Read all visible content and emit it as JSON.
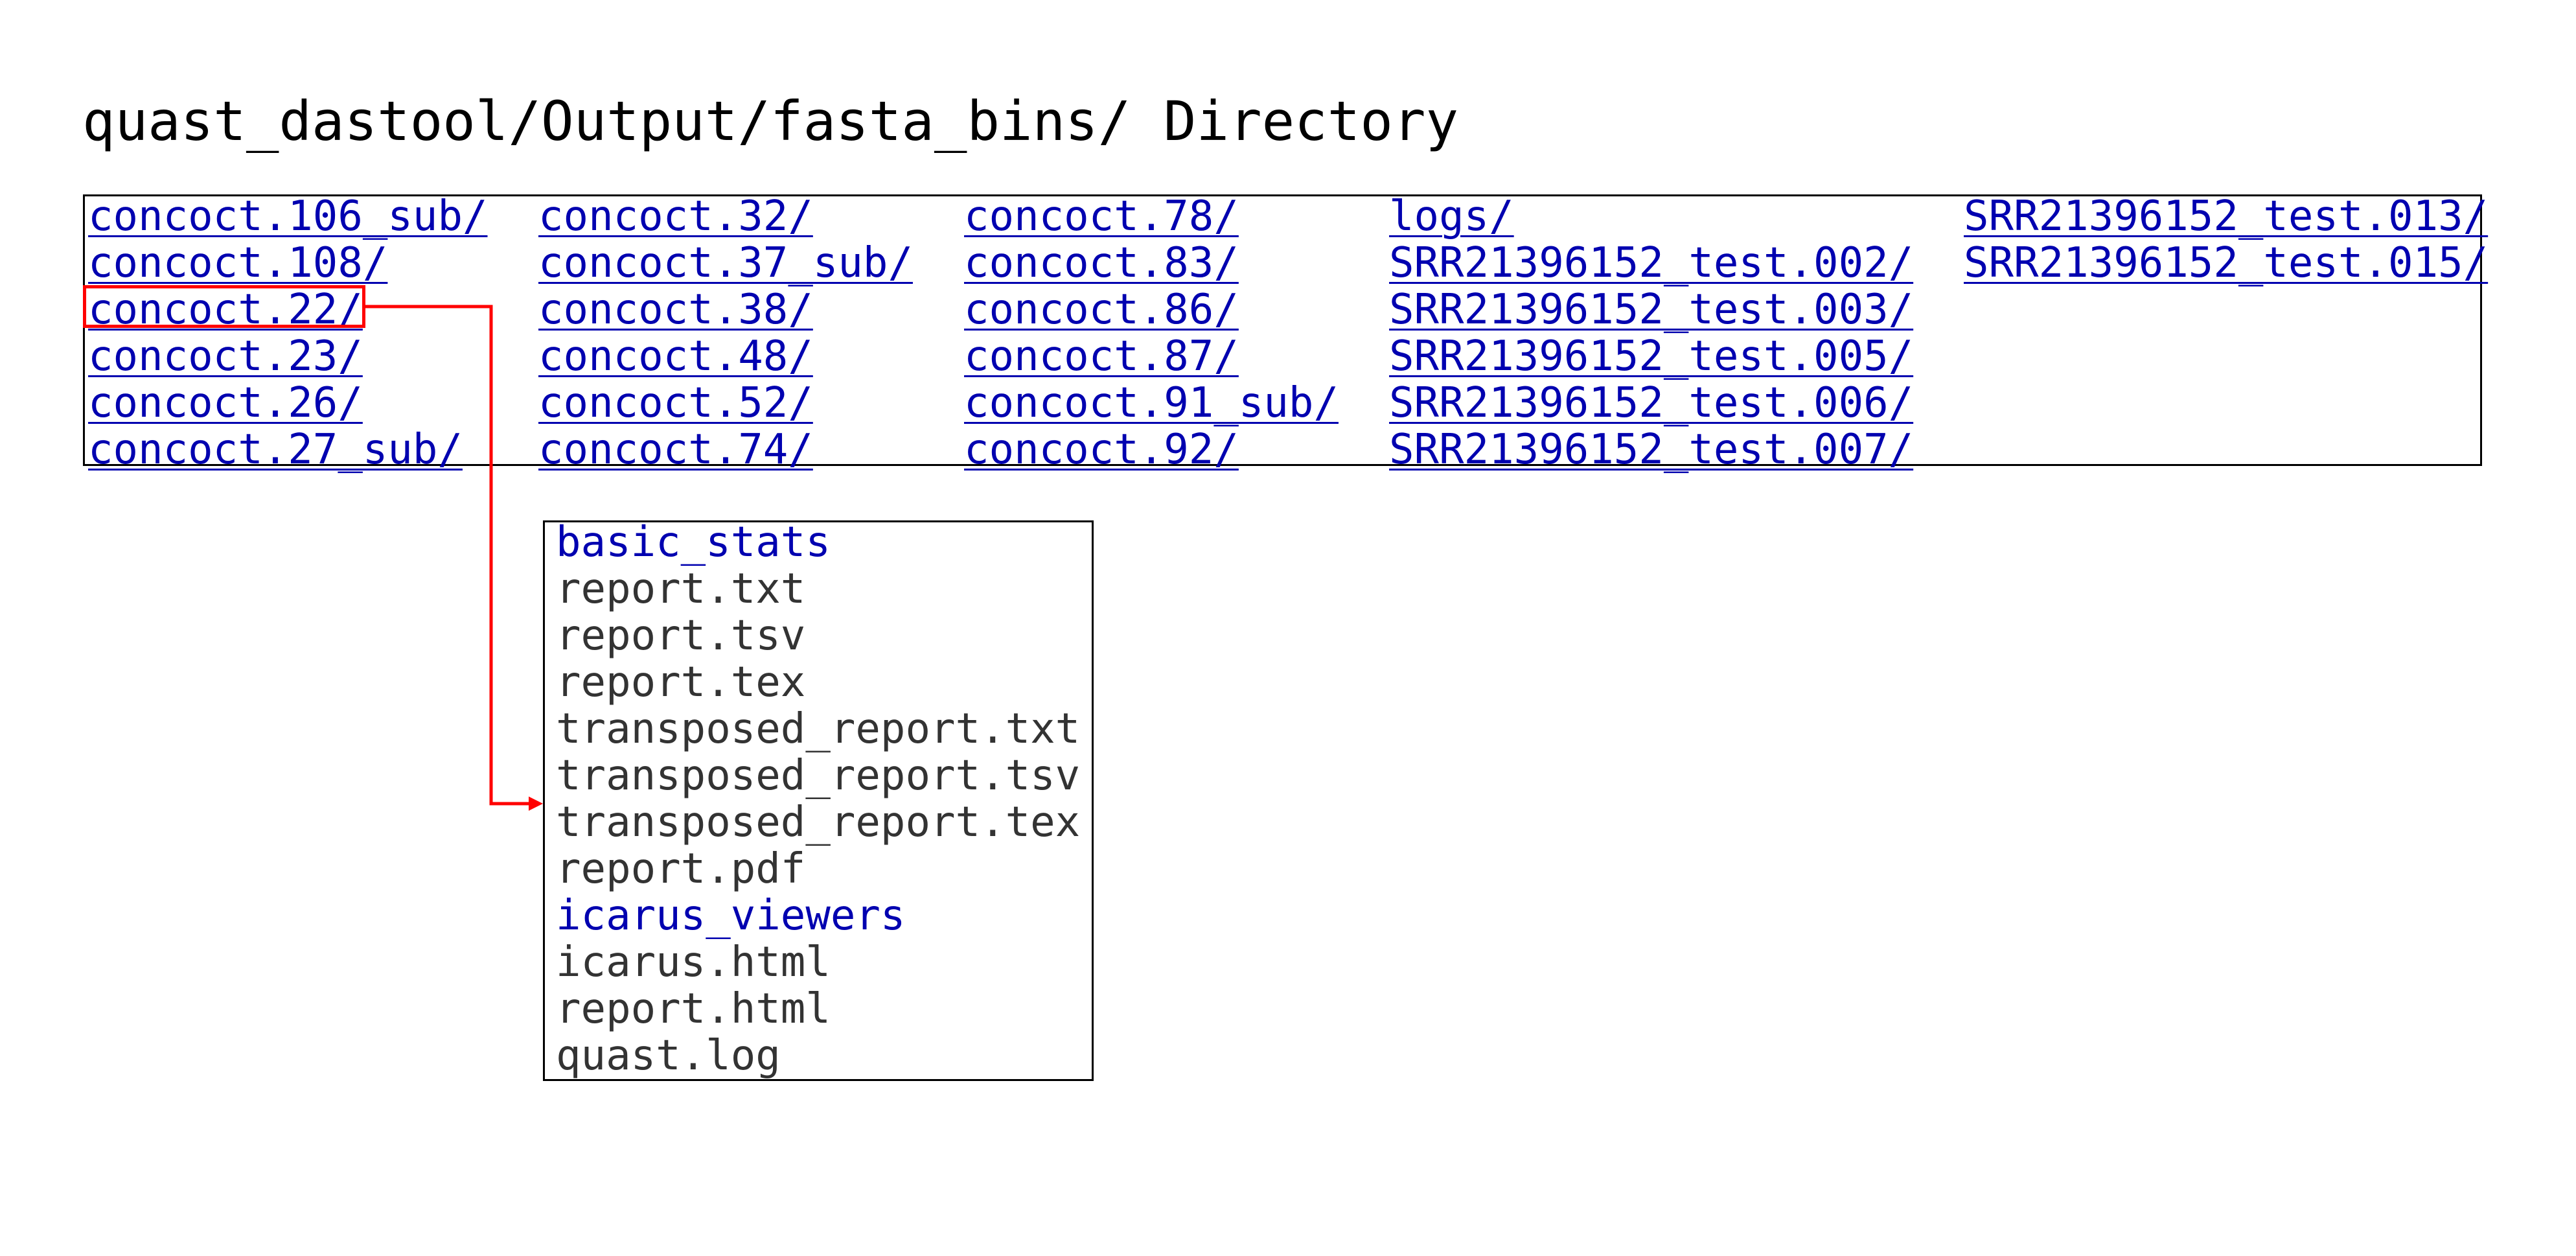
{
  "page": {
    "title": "quast_dastool/Output/fasta_bins/ Directory"
  },
  "directory": {
    "columns": [
      [
        "concoct.106_sub/",
        "concoct.108/",
        "concoct.22/",
        "concoct.23/",
        "concoct.26/",
        "concoct.27_sub/"
      ],
      [
        "concoct.32/",
        "concoct.37_sub/",
        "concoct.38/",
        "concoct.48/",
        "concoct.52/",
        "concoct.74/"
      ],
      [
        "concoct.78/",
        "concoct.83/",
        "concoct.86/",
        "concoct.87/",
        "concoct.91_sub/",
        "concoct.92/"
      ],
      [
        "logs/",
        "SRR21396152_test.002/",
        "SRR21396152_test.003/",
        "SRR21396152_test.005/",
        "SRR21396152_test.006/",
        "SRR21396152_test.007/"
      ],
      [
        "SRR21396152_test.013/",
        "SRR21396152_test.015/"
      ]
    ],
    "highlighted": "concoct.22/"
  },
  "contents": {
    "items": [
      {
        "name": "basic_stats",
        "kind": "folder"
      },
      {
        "name": "report.txt",
        "kind": "file"
      },
      {
        "name": "report.tsv",
        "kind": "file"
      },
      {
        "name": "report.tex",
        "kind": "file"
      },
      {
        "name": "transposed_report.txt",
        "kind": "file"
      },
      {
        "name": "transposed_report.tsv",
        "kind": "file"
      },
      {
        "name": "transposed_report.tex",
        "kind": "file"
      },
      {
        "name": "report.pdf",
        "kind": "file"
      },
      {
        "name": "icarus_viewers",
        "kind": "folder"
      },
      {
        "name": "icarus.html",
        "kind": "file"
      },
      {
        "name": "report.html",
        "kind": "file"
      },
      {
        "name": "quast.log",
        "kind": "file"
      }
    ]
  },
  "colors": {
    "link": "#0000b0",
    "file_text": "#333333",
    "highlight": "#ff0000",
    "border": "#000000"
  }
}
